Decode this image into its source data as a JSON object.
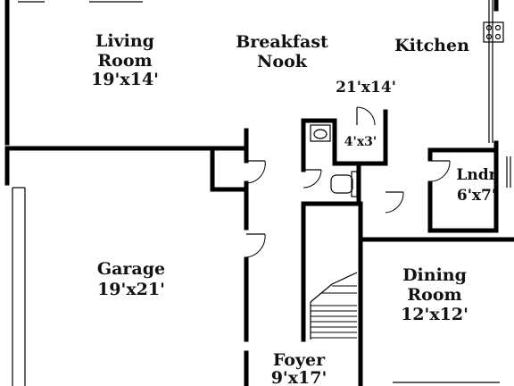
{
  "floorplan": {
    "rooms": [
      {
        "id": "living",
        "lines": [
          "Living",
          "Room",
          "19'x14'"
        ]
      },
      {
        "id": "breakfast",
        "lines": [
          "Breakfast",
          "Nook"
        ]
      },
      {
        "id": "kitchen",
        "lines": [
          "Kitchen"
        ]
      },
      {
        "id": "kitchen-dims",
        "lines": [
          "21'x14'"
        ]
      },
      {
        "id": "closet",
        "lines": [
          "4'x3'"
        ]
      },
      {
        "id": "laundry",
        "lines": [
          "Lndr",
          "6'x7'"
        ]
      },
      {
        "id": "garage",
        "lines": [
          "Garage",
          "19'x21'"
        ]
      },
      {
        "id": "dining",
        "lines": [
          "Dining",
          "Room",
          "12'x12'"
        ]
      },
      {
        "id": "foyer",
        "lines": [
          "Foyer",
          "9'x17'"
        ]
      }
    ]
  }
}
